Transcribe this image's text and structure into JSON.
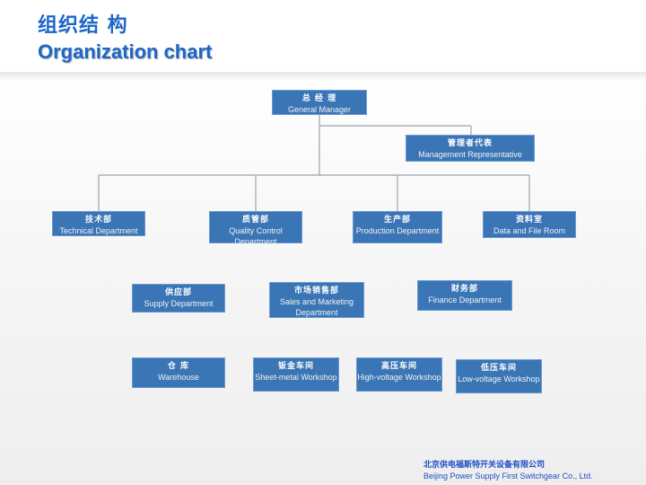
{
  "title": {
    "cn": "组织结 构",
    "en": "Organization chart"
  },
  "nodes": {
    "gm": {
      "cn": "总 经 理",
      "en": "General Manager"
    },
    "mr": {
      "cn": "管理者代表",
      "en": "Management Representative"
    },
    "tech": {
      "cn": "技术部",
      "en": "Technical Department"
    },
    "qc": {
      "cn": "质管部",
      "en": "Quality Control Department"
    },
    "prod": {
      "cn": "生产部",
      "en": "Production Department"
    },
    "data": {
      "cn": "资料室",
      "en": "Data and File Room"
    },
    "supply": {
      "cn": "供应部",
      "en": "Supply Department"
    },
    "sales": {
      "cn": "市场销售部",
      "en": "Sales and Marketing Department"
    },
    "finance": {
      "cn": "财务部",
      "en": "Finance Department"
    },
    "warehouse": {
      "cn": "仓 库",
      "en": "Warehouse"
    },
    "sheet": {
      "cn": "钣金车间",
      "en": "Sheet-metal Workshop"
    },
    "hv": {
      "cn": "高压车间",
      "en": "High-voltage Workshop"
    },
    "lv": {
      "cn": "低压车间",
      "en": "Low-voltage Workshop"
    }
  },
  "footer": {
    "cn": "北京供电福斯特开关设备有限公司",
    "en": "Beijing Power Supply First Switchgear Co., Ltd."
  },
  "colors": {
    "box": "#3a75b5",
    "title": "#1d66c9",
    "line": "#9aa3ad"
  }
}
